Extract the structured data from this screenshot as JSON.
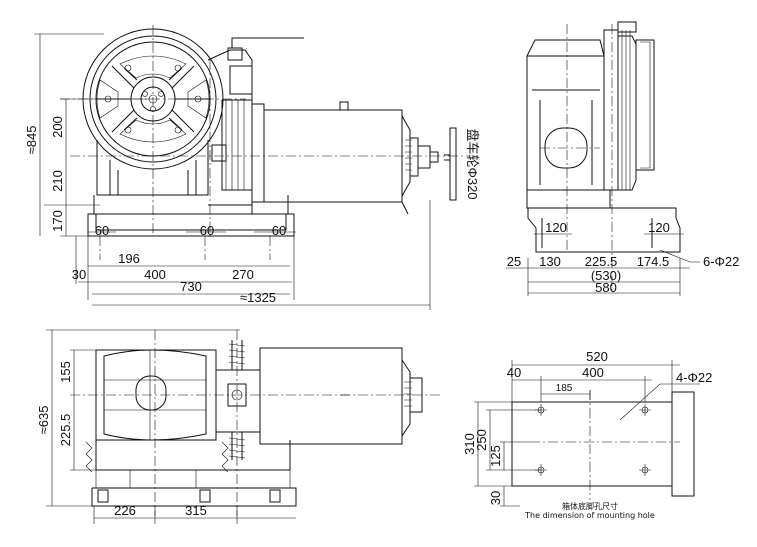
{
  "front_view": {
    "dims": {
      "h_845": "≈845",
      "h_200": "200",
      "h_210": "210",
      "h_170": "170",
      "w_60a": "60",
      "w_60b": "60",
      "w_60c": "60",
      "w_196": "196",
      "w_30": "30",
      "w_400": "400",
      "w_270": "270",
      "w_730": "730",
      "w_1325": "≈1325"
    },
    "pulley_label": "盘车轮Φ320"
  },
  "side_view": {
    "dims": {
      "w_120a": "120",
      "w_120b": "120",
      "w_25": "25",
      "w_130": "130",
      "w_225_5": "225.5",
      "w_174_5": "174.5",
      "w_530": "(530)",
      "w_580": "580",
      "holes": "6-Φ22"
    }
  },
  "top_view": {
    "dims": {
      "h_635": "≈635",
      "h_155": "155",
      "h_225_5": "225.5",
      "w_226": "226",
      "w_315": "315"
    }
  },
  "mounting_view": {
    "dims": {
      "w_520": "520",
      "w_40": "40",
      "w_400": "400",
      "w_185": "185",
      "holes": "4-Φ22",
      "h_310": "310",
      "h_250": "250",
      "h_125": "125",
      "h_30": "30"
    },
    "caption_cn": "箱体底脚孔尺寸",
    "caption_en": "The dimension of mounting hole"
  }
}
